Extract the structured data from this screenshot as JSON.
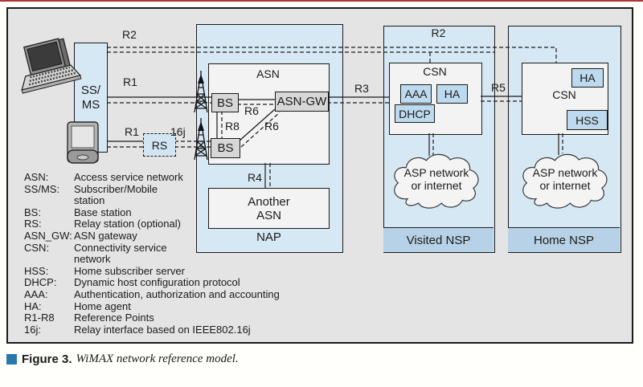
{
  "colors": {
    "top_rule": "#b03434",
    "panel_bg": "#e4e4e4",
    "container_blue": "#d7e8f5",
    "chip_blue": "#bedaee",
    "chip_gray": "#d7d7d7",
    "footer_blue": "#b7d2e6",
    "caption_square": "#2878ad"
  },
  "diagram": {
    "ss_ms": "SS/\nMS",
    "rs": "RS",
    "ref_labels": {
      "r2_left": "R2",
      "r1_top": "R1",
      "r1_bottom": "R1",
      "sixteenj": "16j",
      "r3": "R3",
      "r4": "R4",
      "r5": "R5",
      "r6_horizontal": "R6",
      "r6_diagonal": "R6",
      "r8": "R8",
      "r2_visited": "R2"
    },
    "nap": {
      "asn_title": "ASN",
      "bs1": "BS",
      "bs2": "BS",
      "asn_gw": "ASN-GW",
      "another_asn": "Another\nASN",
      "label": "NAP"
    },
    "visited_nsp": {
      "csn": "CSN",
      "aaa": "AAA",
      "ha": "HA",
      "dhcp": "DHCP",
      "cloud": "ASP network\nor internet",
      "footer": "Visited NSP"
    },
    "home_nsp": {
      "csn": "CSN",
      "ha": "HA",
      "hss": "HSS",
      "cloud": "ASP network\nor internet",
      "footer": "Home NSP"
    }
  },
  "legend": {
    "rows": [
      {
        "term": "ASN:",
        "desc": "Access service network"
      },
      {
        "term": "SS/MS:",
        "desc": "Subscriber/Mobile\nstation"
      },
      {
        "term": "BS:",
        "desc": "Base station"
      },
      {
        "term": "RS:",
        "desc": "Relay station (optional)"
      },
      {
        "term": "ASN_GW:",
        "desc": "ASN gateway"
      },
      {
        "term": "CSN:",
        "desc": "Connectivity service\nnetwork"
      },
      {
        "term": "HSS:",
        "desc": "Home subscriber server"
      },
      {
        "term": "DHCP:",
        "desc": "Dynamic host configuration protocol"
      },
      {
        "term": "AAA:",
        "desc": "Authentication, authorization and accounting"
      },
      {
        "term": "HA:",
        "desc": "Home agent"
      },
      {
        "term": "R1-R8",
        "desc": "Reference Points"
      },
      {
        "term": "16j:",
        "desc": "Relay interface based on IEEE802.16j"
      }
    ]
  },
  "caption": {
    "label": "Figure 3.",
    "text": "WiMAX network reference model."
  }
}
